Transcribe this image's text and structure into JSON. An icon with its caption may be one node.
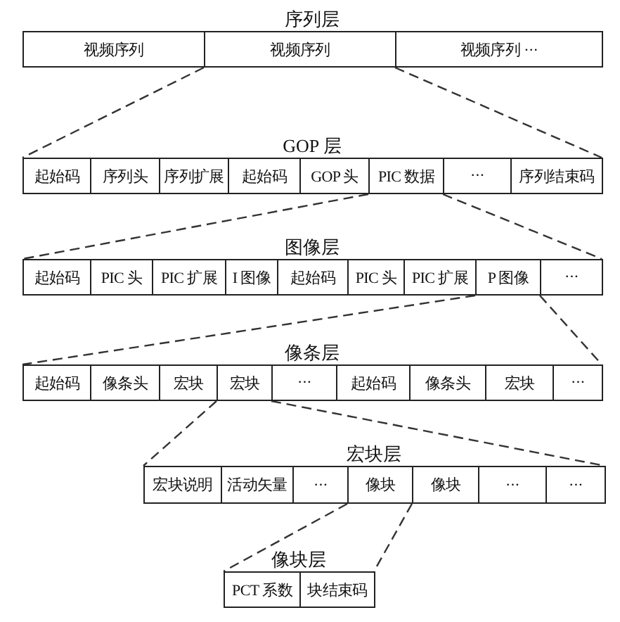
{
  "diagram": {
    "nodes": [
      {
        "text": [
          "序列层"
        ]
      },
      {
        "text": [
          "视频序列"
        ],
        "in": 0
      },
      {
        "text": [
          "视频序列"
        ],
        "in": 0
      },
      {
        "text": [
          "视频序列 ···"
        ],
        "in": 0
      },
      {
        "text": [
          "GOP 层"
        ]
      },
      {
        "text": [
          "起始码"
        ],
        "in": 4
      },
      {
        "text": [
          "序列头"
        ],
        "in": 4
      },
      {
        "text": [
          "序列扩展"
        ],
        "in": 4
      },
      {
        "text": [
          "起始码"
        ],
        "in": 4
      },
      {
        "text": [
          "GOP 头"
        ],
        "in": 4
      },
      {
        "text": [
          "PIC 数据"
        ],
        "in": 4
      },
      {
        "text": [
          "···"
        ],
        "in": 4
      },
      {
        "text": [
          "序列结束码"
        ],
        "in": 4
      },
      {
        "text": [
          "图像层"
        ]
      },
      {
        "text": [
          "起始码"
        ],
        "in": 13
      },
      {
        "text": [
          "PIC 头"
        ],
        "in": 13
      },
      {
        "text": [
          "PIC 扩展"
        ],
        "in": 13
      },
      {
        "text": [
          "I 图像"
        ],
        "in": 13
      },
      {
        "text": [
          "起始码"
        ],
        "in": 13
      },
      {
        "text": [
          "PIC 头"
        ],
        "in": 13
      },
      {
        "text": [
          "PIC 扩展"
        ],
        "in": 13
      },
      {
        "text": [
          "P 图像"
        ],
        "in": 13
      },
      {
        "text": [
          "···"
        ],
        "in": 13
      },
      {
        "text": [
          "像条层"
        ]
      },
      {
        "text": [
          "起始码"
        ],
        "in": 23
      },
      {
        "text": [
          "像条头"
        ],
        "in": 23
      },
      {
        "text": [
          "宏块"
        ],
        "in": 23
      },
      {
        "text": [
          "宏块"
        ],
        "in": 23
      },
      {
        "text": [
          "···"
        ],
        "in": 23
      },
      {
        "text": [
          "起始码"
        ],
        "in": 23
      },
      {
        "text": [
          "像条头"
        ],
        "in": 23
      },
      {
        "text": [
          "宏块"
        ],
        "in": 23
      },
      {
        "text": [
          "···"
        ],
        "in": 23
      },
      {
        "text": [
          "宏块层"
        ]
      },
      {
        "text": [
          "宏块说明"
        ],
        "in": 33
      },
      {
        "text": [
          "活动矢量"
        ],
        "in": 33
      },
      {
        "text": [
          "···"
        ],
        "in": 33
      },
      {
        "text": [
          "像块"
        ],
        "in": 33
      },
      {
        "text": [
          "像块"
        ],
        "in": 33
      },
      {
        "text": [
          "···"
        ],
        "in": 33
      },
      {
        "text": [
          "···"
        ],
        "in": 33
      },
      {
        "text": [
          "像块层"
        ]
      },
      {
        "text": [
          "PCT 系数"
        ],
        "in": 41
      },
      {
        "text": [
          "块结束码"
        ],
        "in": 41
      }
    ],
    "edges": [
      {
        "from": 2,
        "to": 4,
        "arrow": "none",
        "style": "dashed"
      },
      {
        "from": 2,
        "to": 4,
        "arrow": "none",
        "style": "dashed"
      },
      {
        "from": 10,
        "to": 13,
        "arrow": "none",
        "style": "dashed"
      },
      {
        "from": 10,
        "to": 13,
        "arrow": "none",
        "style": "dashed"
      },
      {
        "from": 21,
        "to": 23,
        "arrow": "none",
        "style": "dashed"
      },
      {
        "from": 21,
        "to": 23,
        "arrow": "none",
        "style": "dashed"
      },
      {
        "from": 27,
        "to": 33,
        "arrow": "none",
        "style": "dashed"
      },
      {
        "from": 27,
        "to": 33,
        "arrow": "none",
        "style": "dashed"
      },
      {
        "from": 37,
        "to": 41,
        "arrow": "none",
        "style": "dashed"
      },
      {
        "from": 37,
        "to": 41,
        "arrow": "none",
        "style": "dashed"
      }
    ]
  }
}
